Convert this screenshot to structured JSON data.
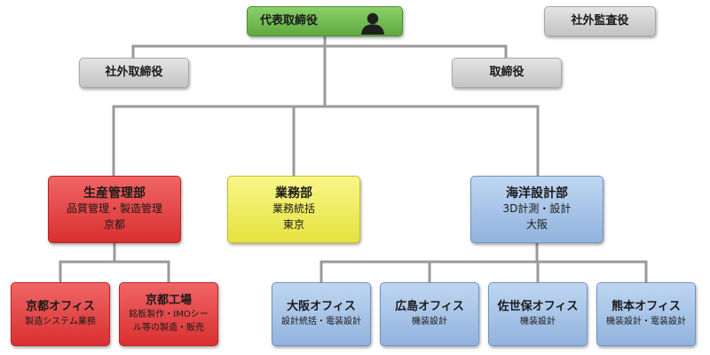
{
  "colors": {
    "connector": "#9a9a9a",
    "green": "#6cb84a",
    "gray": "#d0d0d0",
    "red": "#e04444",
    "yellow": "#ecea5a",
    "blue": "#a3c0e6"
  },
  "nodes": {
    "ceo": {
      "title": "代表取締役",
      "icon": "person-silhouette-icon"
    },
    "outside_auditor": {
      "title": "社外監査役"
    },
    "outside_director": {
      "title": "社外取締役"
    },
    "director": {
      "title": "取締役"
    },
    "production": {
      "title": "生産管理部",
      "line1": "品質管理・製造管理",
      "line2": "京都"
    },
    "business": {
      "title": "業務部",
      "line1": "業務統括",
      "line2": "東京"
    },
    "marine_design": {
      "title": "海洋設計部",
      "line1": "3D計測・設計",
      "line2": "大阪"
    },
    "kyoto_office": {
      "title": "京都オフィス",
      "line1": "製造システム業務"
    },
    "kyoto_factory": {
      "title": "京都工場",
      "line1": "銘板製作・IMOシー",
      "line2": "ル等の製造・販売"
    },
    "osaka_office": {
      "title": "大阪オフィス",
      "line1": "設計統括・電装設計"
    },
    "hiroshima_office": {
      "title": "広島オフィス",
      "line1": "機装設計"
    },
    "sasebo_office": {
      "title": "佐世保オフィス",
      "line1": "機装設計"
    },
    "kumamoto_office": {
      "title": "熊本オフィス",
      "line1": "機装設計・電装設計"
    }
  }
}
